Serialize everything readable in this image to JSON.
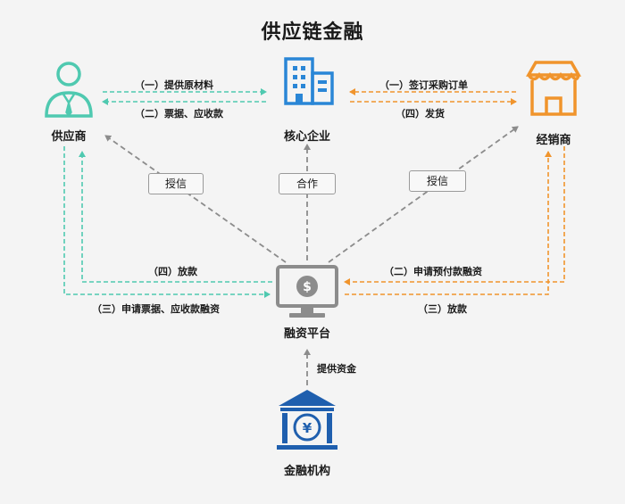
{
  "title": "供应链金融",
  "nodes": {
    "supplier": "供应商",
    "core": "核心企业",
    "distributor": "经销商",
    "platform": "融资平台",
    "bank": "金融机构"
  },
  "edges": {
    "supply_materials": "（一）提供原材料",
    "bills_receivables": "（二）票据、应收款",
    "sign_order": "（一）签订采购订单",
    "ship": "（四）发货",
    "release_supplier": "（四）放款",
    "apply_bills": "（三）申请票据、应收款融资",
    "apply_prepay": "（二）申请预付款融资",
    "release_distributor": "（三）放款",
    "provide_funds": "提供资金"
  },
  "boxes": {
    "credit_left": "授信",
    "cooperate": "合作",
    "credit_right": "授信"
  },
  "colors": {
    "teal": "#4fc9b0",
    "blue": "#2a86d6",
    "orange": "#f0942c",
    "gray": "#8c8c8c",
    "navy": "#1f5fae"
  }
}
